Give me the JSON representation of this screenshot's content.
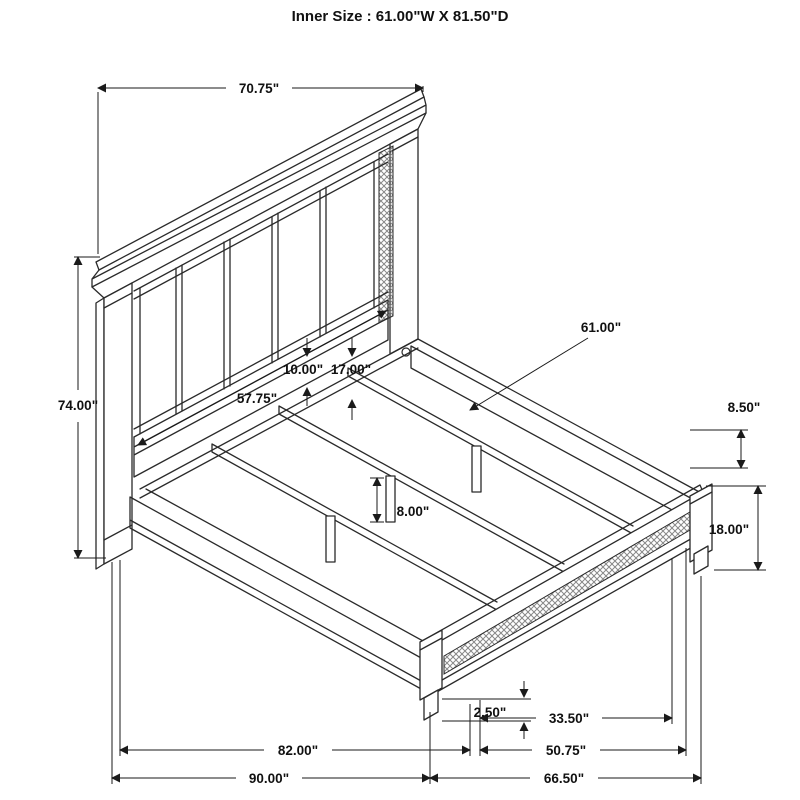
{
  "title": "Inner Size : 61.00\"W X 81.50\"D",
  "dims": {
    "dim_70_75": "70.75\"",
    "dim_74": "74.00\"",
    "dim_57_75": "57.75\"",
    "dim_10": "10.00\"",
    "dim_17": "17.00\"",
    "dim_61": "61.00\"",
    "dim_8_5": "8.50\"",
    "dim_8": "8.00\"",
    "dim_18": "18.00\"",
    "dim_2_5": "2.50\"",
    "dim_33_5": "33.50\"",
    "dim_82": "82.00\"",
    "dim_50_75": "50.75\"",
    "dim_90": "90.00\"",
    "dim_66_5": "66.50\""
  }
}
